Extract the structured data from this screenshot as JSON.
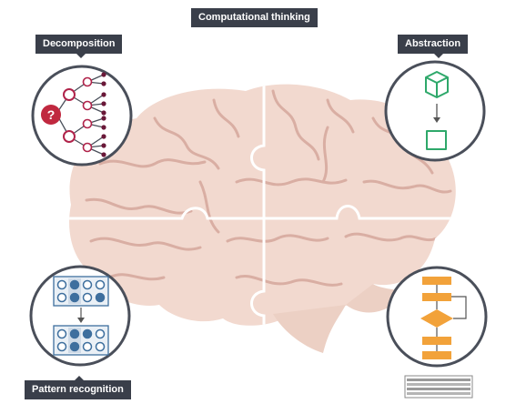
{
  "title": "Computational thinking",
  "concepts": {
    "decomposition": "Decomposition",
    "abstraction": "Abstraction",
    "pattern_recognition": "Pattern recognition"
  },
  "icons": {
    "center": "brain-puzzle-icon",
    "decomposition": "decomposition-tree-icon",
    "abstraction": "cube-to-square-icon",
    "pattern_recognition": "dot-grid-pattern-icon",
    "algorithms": "flowchart-icon",
    "question": "question-mark-icon"
  },
  "colors": {
    "label_bg": "#3a3f4a",
    "label_text": "#ffffff",
    "brain_fill": "#f2d9cf",
    "brain_lines": "#d9aea3",
    "puzzle_lines": "#ffffff",
    "circle_border": "#4a4f5a",
    "decomposition_accent": "#b0234a",
    "question_red": "#c0283f",
    "abstraction_accent": "#2ea86a",
    "pattern_accent": "#3e6f9e",
    "algorithm_accent": "#f2a23a"
  }
}
